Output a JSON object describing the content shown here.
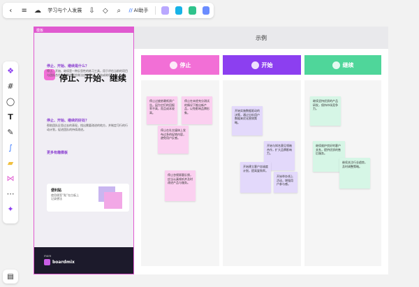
{
  "toolbar": {
    "board_title": "学习与个人发展",
    "ai_label": "AI助手"
  },
  "panel": {
    "tag": "模板",
    "title": "停止、开始、继续",
    "section1": "停止、开始、继续是什么？",
    "text1": "停止、开始、继续是一种反思性的练习工具，用于评估当前的项目与团队合作，并确定哪些做法应该停止、开始或继续。",
    "section2": "停止、开始、继续的好处？",
    "text2": "帮助团队反思过去的表现，找出需要改进的地方，并制定可行的行动计划，促进团队的持续改进。",
    "section3": "更多有趣模板",
    "card_title": "便利贴",
    "card_text": "使用便签“贴”在白板上记录想法",
    "footer_small": "more",
    "footer_brand": "boardmix"
  },
  "board": {
    "header": "示例",
    "columns": [
      {
        "label": "停止",
        "color": "#f26fd6"
      },
      {
        "label": "开始",
        "color": "#8c3ff0"
      },
      {
        "label": "继续",
        "color": "#4fd69a"
      }
    ],
    "notes": {
      "stop": [
        "停止过度依赖纸质广告，因为它们的回报率不高，而且成本较高。",
        "停止在未经充分测试的情况下推出新产品，以免影响品牌形象。",
        "停止在社交媒体上发布过多的促销内容，避免用户反感。",
        "停止忽视顾客反馈，应当认真倾听并及时改进产品与服务。"
      ],
      "start": [
        "开始实施数据驱动的决策，通过分析用户数据来优化营销策略。",
        "开始与知名意见领袖合作，扩大品牌影响力。",
        "开始建立客户忠诚度计划，提高复购率。",
        "开始举办线上活动，增强用户参与感。"
      ],
      "cont": [
        "继续坚持优质的产品研发，保持市场竞争力。",
        "继续维护良好的客户关系，提供优质的售后服务。",
        "继续关注行业趋势，及时调整策略。"
      ]
    }
  }
}
